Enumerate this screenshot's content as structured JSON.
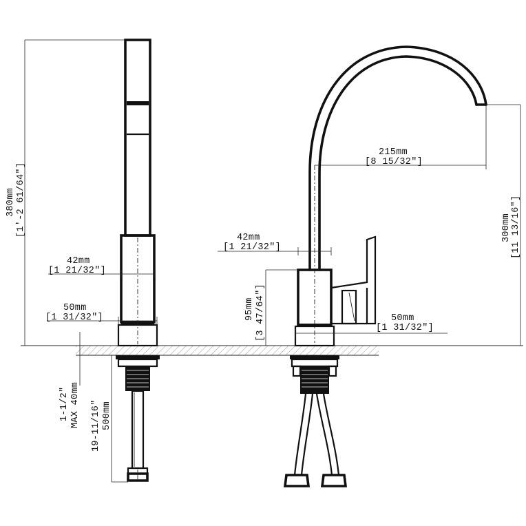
{
  "dimensions": {
    "height_total": {
      "metric": "380mm",
      "imperial": "[1'-2 61/64\"]"
    },
    "body_width_side": {
      "metric": "42mm",
      "imperial": "[1 21/32\"]"
    },
    "base_width_side": {
      "metric": "50mm",
      "imperial": "[1 31/32\"]"
    },
    "deck_thickness": {
      "imperial": "1-1/2\"",
      "metric": "MAX 40mm"
    },
    "hose_length": {
      "imperial": "19-11/16\"",
      "metric": "500mm"
    },
    "body_width_front": {
      "metric": "42mm",
      "imperial": "[1 21/32\"]"
    },
    "body_height": {
      "metric": "95mm",
      "imperial": "[3 47/64\"]"
    },
    "reach": {
      "metric": "215mm",
      "imperial": "[8 15/32\"]"
    },
    "spout_height": {
      "metric": "300mm",
      "imperial": "[11 13/16\"]"
    },
    "base_width_front": {
      "metric": "50mm",
      "imperial": "[1 31/32\"]"
    }
  }
}
